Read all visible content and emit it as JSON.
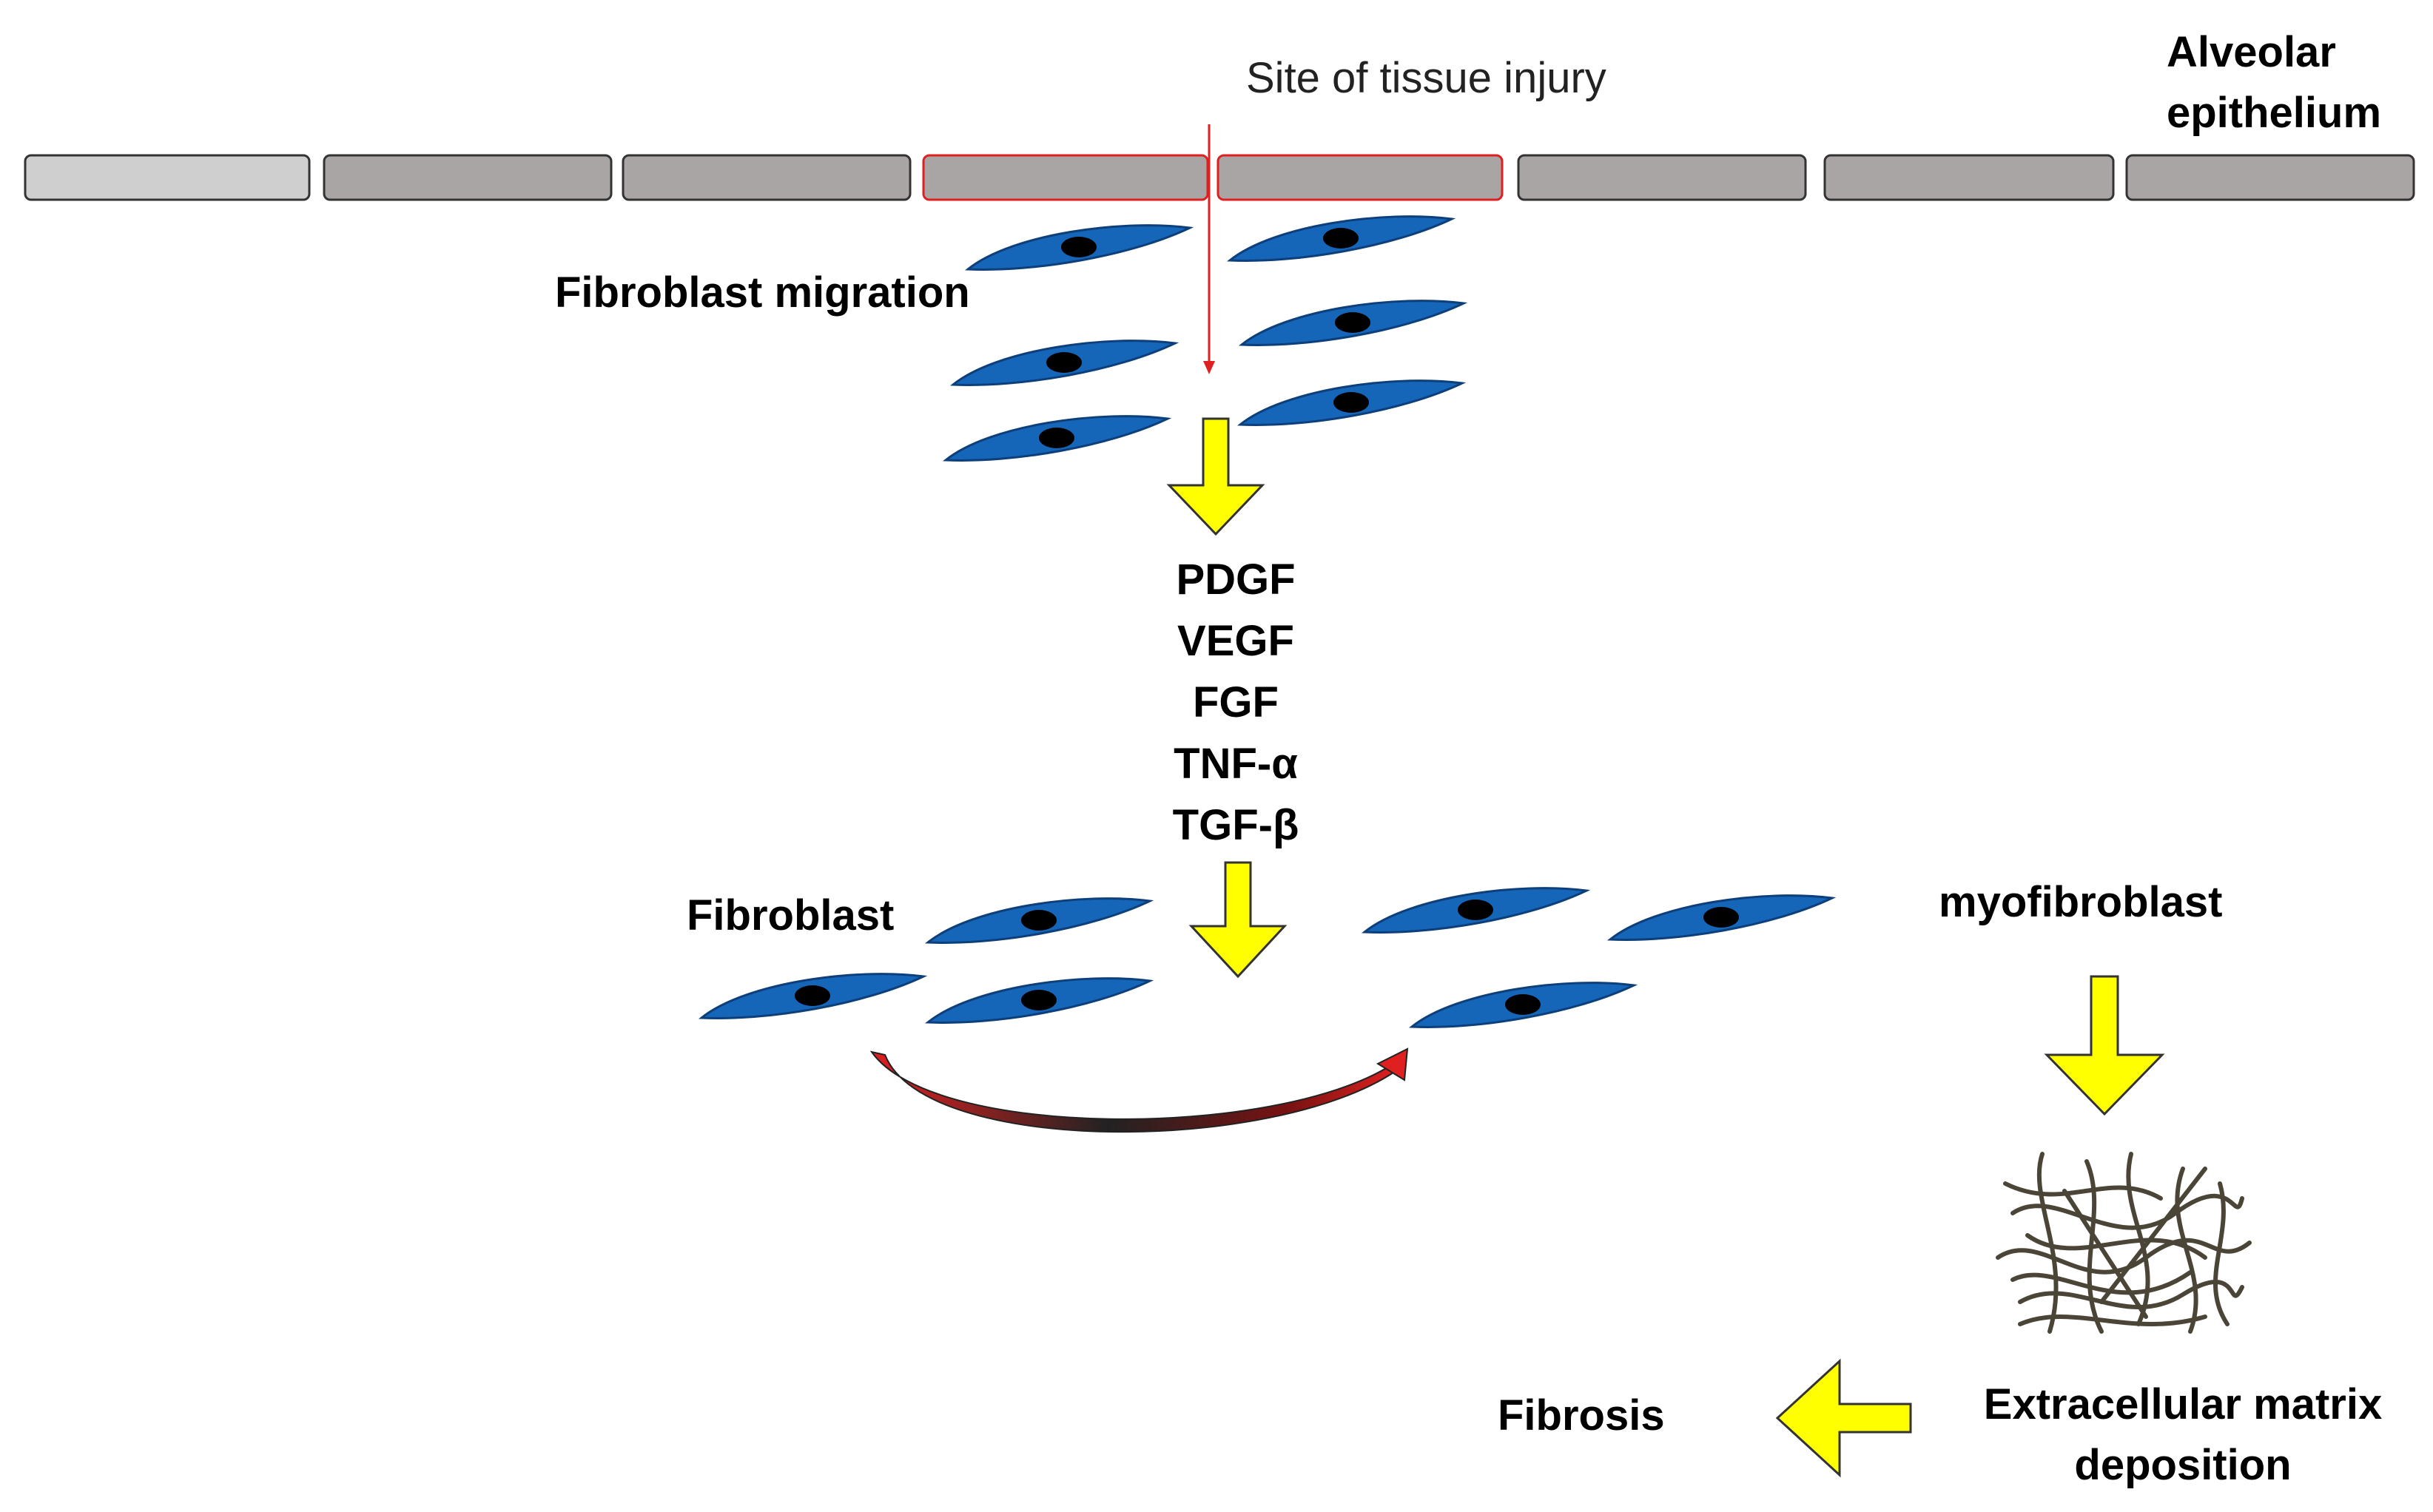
{
  "labels": {
    "injury": "Site of tissue injury",
    "epithelium_line1": "Alveolar",
    "epithelium_line2": "epithelium",
    "migration": "Fibroblast migration",
    "fibroblast": "Fibroblast",
    "myofibroblast": "myofibroblast",
    "fibrosis": "Fibrosis",
    "ecm_line1": "Extracellular matrix",
    "ecm_line2": "deposition"
  },
  "growth_factors": [
    "PDGF",
    "VEGF",
    "FGF",
    "TNF-α",
    "TGF-β"
  ],
  "colors": {
    "cell_fill": "#1565b8",
    "cell_nucleus": "#000000",
    "epithelium_fill": "#a9a5a4",
    "injury_highlight": "#e02020",
    "flow_arrow": "#ffff00",
    "fiber": "#4a4536"
  }
}
